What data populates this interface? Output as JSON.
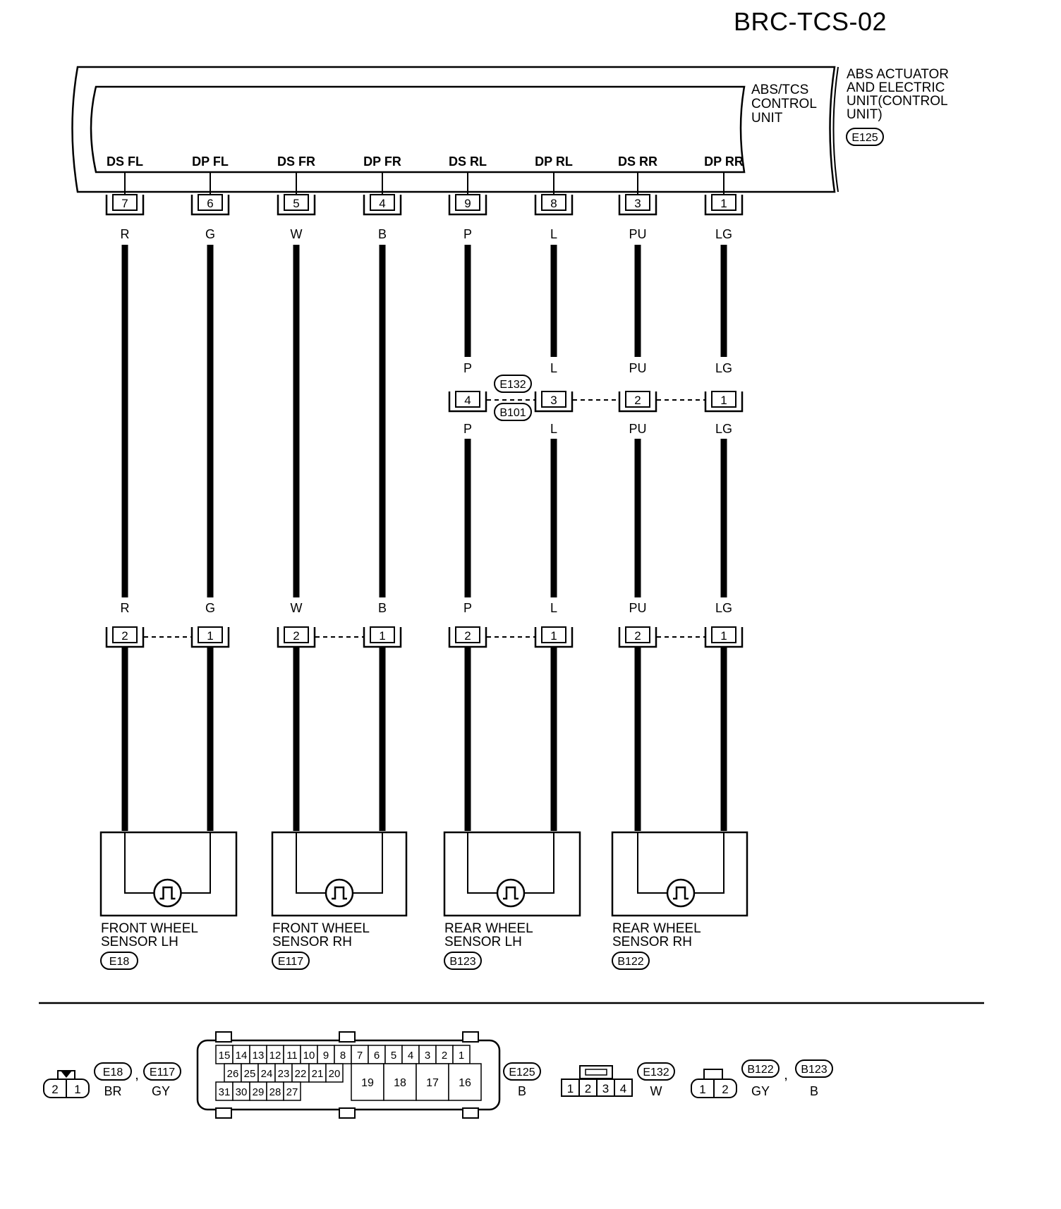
{
  "page_title": "BRC-TCS-02",
  "abs_unit": {
    "outer_label": [
      "ABS ACTUATOR",
      "AND ELECTRIC",
      "UNIT(CONTROL",
      "UNIT)"
    ],
    "outer_connector": "E125",
    "inner_label": [
      "ABS/TCS",
      "CONTROL",
      "UNIT"
    ]
  },
  "wires": [
    {
      "terminal": "DS FL",
      "pin": "7",
      "color": "R"
    },
    {
      "terminal": "DP FL",
      "pin": "6",
      "color": "G"
    },
    {
      "terminal": "DS FR",
      "pin": "5",
      "color": "W"
    },
    {
      "terminal": "DP FR",
      "pin": "4",
      "color": "B"
    },
    {
      "terminal": "DS RL",
      "pin": "9",
      "color": "P",
      "mid_pin": "4"
    },
    {
      "terminal": "DP RL",
      "pin": "8",
      "color": "L",
      "mid_pin": "3"
    },
    {
      "terminal": "DS RR",
      "pin": "3",
      "color": "PU",
      "mid_pin": "2"
    },
    {
      "terminal": "DP RR",
      "pin": "1",
      "color": "LG",
      "mid_pin": "1"
    }
  ],
  "mid_connectors": [
    "E132",
    "B101"
  ],
  "sensor_pins": [
    "2",
    "1",
    "2",
    "1",
    "2",
    "1",
    "2",
    "1"
  ],
  "sensors": [
    {
      "name": [
        "FRONT WHEEL",
        "SENSOR LH"
      ],
      "connector": "E18"
    },
    {
      "name": [
        "FRONT WHEEL",
        "SENSOR RH"
      ],
      "connector": "E117"
    },
    {
      "name": [
        "REAR WHEEL",
        "SENSOR LH"
      ],
      "connector": "B123"
    },
    {
      "name": [
        "REAR WHEEL",
        "SENSOR RH"
      ],
      "connector": "B122"
    }
  ],
  "connector_views": {
    "sensor_front": {
      "pins": [
        "2",
        "1"
      ],
      "ids": [
        "E18",
        "E117"
      ],
      "colors": [
        "BR",
        "GY"
      ]
    },
    "e125": {
      "id": "E125",
      "color": "B",
      "row1": [
        "15",
        "14",
        "13",
        "12",
        "11",
        "10",
        "9",
        "8",
        "7",
        "6",
        "5",
        "4",
        "3",
        "2",
        "1"
      ],
      "row2": [
        "26",
        "25",
        "24",
        "23",
        "22",
        "21",
        "20"
      ],
      "row3": [
        "31",
        "30",
        "29",
        "28",
        "27"
      ],
      "big": [
        "19",
        "18",
        "17",
        "16"
      ]
    },
    "e132": {
      "id": "E132",
      "color": "W",
      "pins": [
        "1",
        "2",
        "3",
        "4"
      ]
    },
    "sensor_rear": {
      "pins": [
        "1",
        "2"
      ],
      "ids": [
        "B122",
        "B123"
      ],
      "colors": [
        "GY",
        "B"
      ]
    }
  },
  "separator": ","
}
